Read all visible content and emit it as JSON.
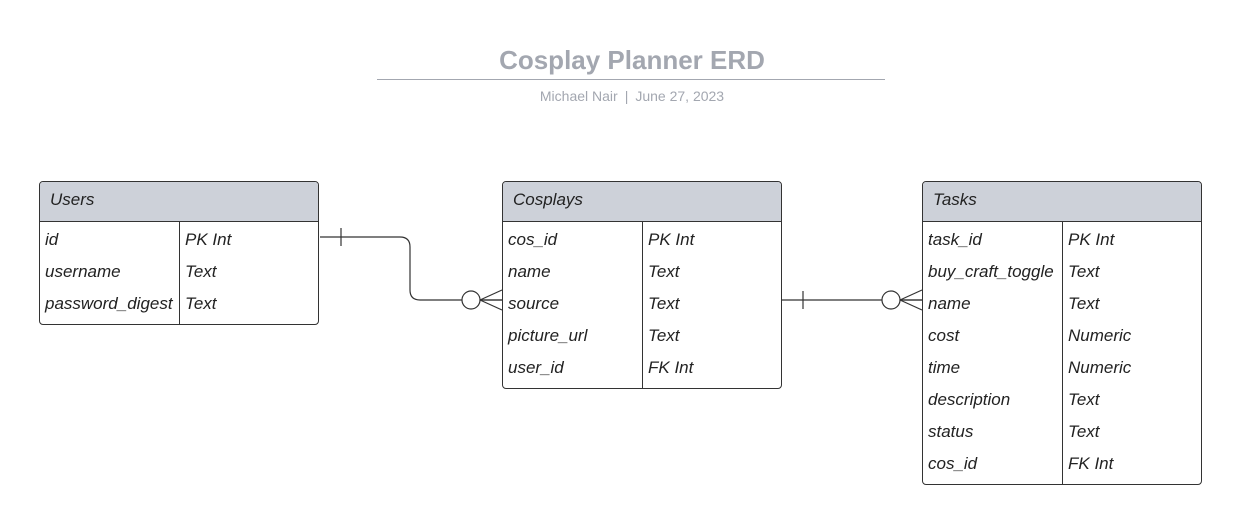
{
  "diagram": {
    "title": "Cosplay Planner ERD",
    "author": "Michael Nair",
    "separator": "|",
    "date": "June 27, 2023"
  },
  "entities": [
    {
      "key": "users",
      "name": "Users",
      "rows": [
        {
          "field": "id",
          "type": "PK Int"
        },
        {
          "field": "username",
          "type": "Text"
        },
        {
          "field": "password_digest",
          "type": "Text"
        }
      ]
    },
    {
      "key": "cosplays",
      "name": "Cosplays",
      "rows": [
        {
          "field": "cos_id",
          "type": "PK Int"
        },
        {
          "field": "name",
          "type": "Text"
        },
        {
          "field": "source",
          "type": "Text"
        },
        {
          "field": "picture_url",
          "type": "Text"
        },
        {
          "field": "user_id",
          "type": "FK Int"
        }
      ]
    },
    {
      "key": "tasks",
      "name": "Tasks",
      "rows": [
        {
          "field": "task_id",
          "type": "PK Int"
        },
        {
          "field": "buy_craft_toggle",
          "type": "Text"
        },
        {
          "field": "name",
          "type": "Text"
        },
        {
          "field": "cost",
          "type": "Numeric"
        },
        {
          "field": "time",
          "type": "Numeric"
        },
        {
          "field": "description",
          "type": "Text"
        },
        {
          "field": "status",
          "type": "Text"
        },
        {
          "field": "cos_id",
          "type": "FK Int"
        }
      ]
    }
  ],
  "relationships": [
    {
      "from": "Users",
      "from_cardinality": "one",
      "to": "Cosplays",
      "to_cardinality": "zero-or-many"
    },
    {
      "from": "Cosplays",
      "from_cardinality": "one",
      "to": "Tasks",
      "to_cardinality": "zero-or-many"
    }
  ],
  "colors": {
    "title_text": "#a3a7b0",
    "header_fill": "#cdd1d9",
    "border": "#333333",
    "text": "#222222"
  }
}
